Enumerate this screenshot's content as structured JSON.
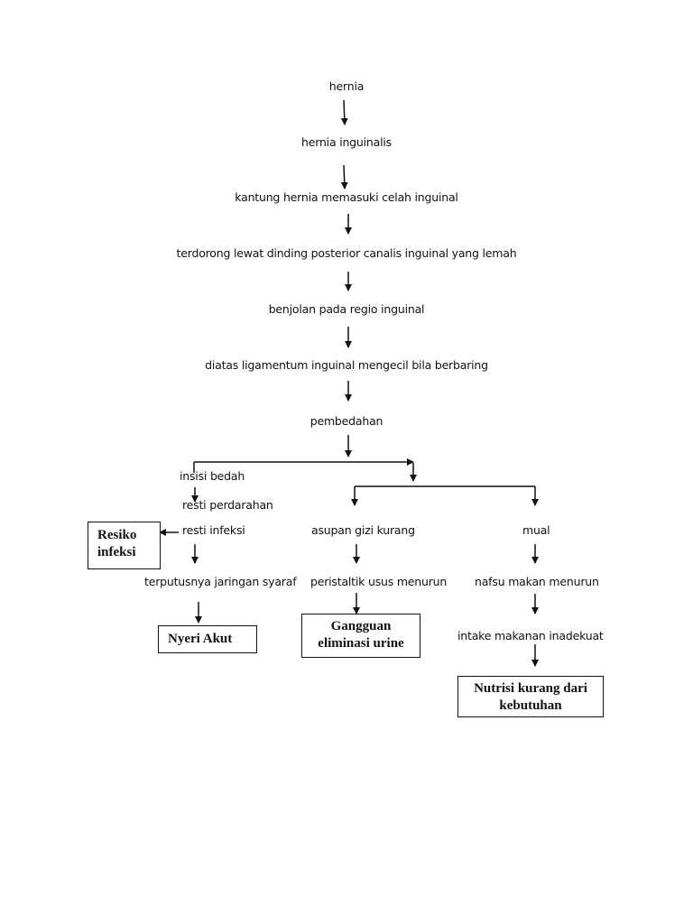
{
  "chain": {
    "hernia": "hernia",
    "hernia_inguinalis": "hernia inguinalis",
    "kantung": "kantung hernia memasuki celah inguinal",
    "terdorong": "terdorong lewat dinding posterior canalis inguinal yang lemah",
    "benjolan": "benjolan pada regio inguinal",
    "diatas": "diatas ligamentum inguinal mengecil bila berbaring",
    "pembedahan": "pembedahan"
  },
  "left_branch": {
    "insisi": "insisi bedah",
    "perdarahan": "resti perdarahan",
    "infeksi": "resti infeksi",
    "jaringan": "terputusnya jaringan syaraf"
  },
  "middle_branch": {
    "asupan": "asupan gizi kurang",
    "peristaltik": "peristaltik usus menurun"
  },
  "right_branch": {
    "mual": "mual",
    "nafsu": "nafsu makan menurun",
    "intake": "intake makanan inadekuat"
  },
  "diagnoses": {
    "resiko_line1": "Resiko",
    "resiko_line2": "infeksi",
    "nyeri": "Nyeri Akut",
    "gangguan_line1": "Gangguan",
    "gangguan_line2": "eliminasi urine",
    "nutrisi_line1": "Nutrisi kurang dari",
    "nutrisi_line2": "kebutuhan"
  }
}
